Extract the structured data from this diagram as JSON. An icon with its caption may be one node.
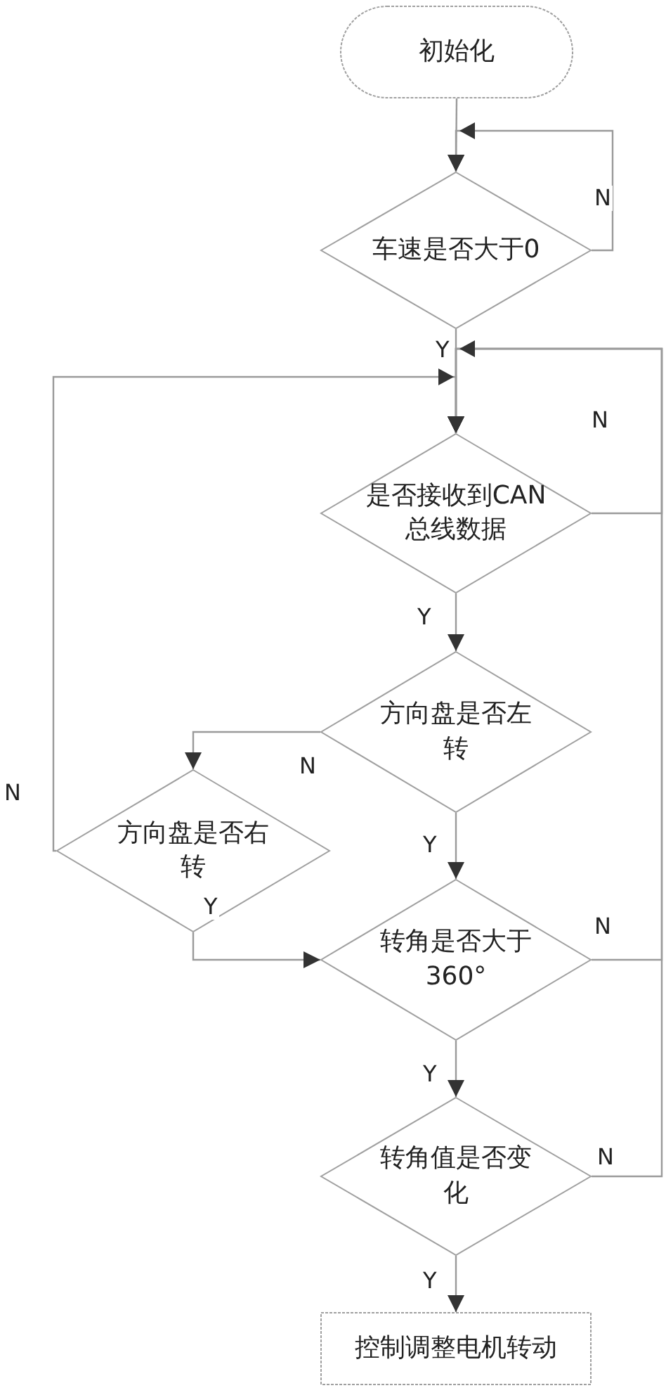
{
  "diagram": {
    "nodes": [
      {
        "text": [
          "初始化"
        ]
      },
      {
        "text": [
          "车速是否大于0"
        ]
      },
      {
        "text": [
          "是否接收到CAN总线数据"
        ]
      },
      {
        "text": [
          "方向盘是否左转"
        ]
      },
      {
        "text": [
          "方向盘是否右转"
        ]
      },
      {
        "text": [
          "转角是否大于360°"
        ]
      },
      {
        "text": [
          "转角值是否变化"
        ]
      },
      {
        "text": [
          "控制调整电机转动"
        ]
      }
    ],
    "edges": [
      {
        "from": 0,
        "to": 1,
        "arrow": "to"
      },
      {
        "from": 1,
        "to": 1,
        "arrow": "to",
        "label": "N"
      },
      {
        "from": 1,
        "to": 2,
        "arrow": "to",
        "label": "Y"
      },
      {
        "from": 2,
        "to": 2,
        "arrow": "to",
        "label": "N"
      },
      {
        "from": 2,
        "to": 3,
        "arrow": "to",
        "label": "Y"
      },
      {
        "from": 3,
        "to": 4,
        "arrow": "to",
        "label": "N"
      },
      {
        "from": 4,
        "to": 2,
        "arrow": "to",
        "label": "N"
      },
      {
        "from": 3,
        "to": 5,
        "arrow": "to",
        "label": "Y"
      },
      {
        "from": 4,
        "to": 5,
        "arrow": "to",
        "label": "Y"
      },
      {
        "from": 5,
        "to": 2,
        "arrow": "to",
        "label": "N"
      },
      {
        "from": 6,
        "to": 2,
        "arrow": "to",
        "label": "N"
      },
      {
        "from": 5,
        "to": 6,
        "arrow": "to",
        "label": "Y"
      },
      {
        "from": 6,
        "to": 7,
        "arrow": "to",
        "label": "Y"
      }
    ]
  }
}
